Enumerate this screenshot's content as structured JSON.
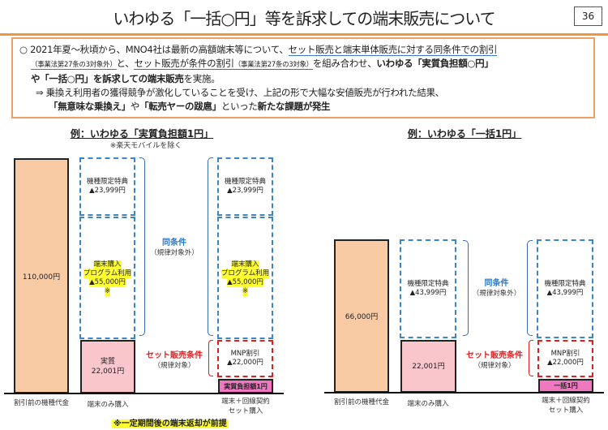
{
  "header": {
    "title": "いわゆる「一括○円」等を訴求しての端末販売について",
    "page_number": "36"
  },
  "summary": {
    "p1": "○ 2021年夏～秋頃から、MNO4社は最新の高額端末等について、",
    "p1_u": "セット販売と端末単体販売に対する同条件での割引",
    "p1_small": "（事業法第27条の3対象外）",
    "p1_b": "と、",
    "p1_u2": "セット販売が条件の割引",
    "p1_small2": "（事業法第27条の3対象）",
    "p1_c": "を組み合わせ、",
    "p1_bold": "いわゆる「実質負担額○円」",
    "p2_bold": "や「一括○円」を訴求しての端末販売",
    "p2": "を実施。",
    "p3": "⇒ 乗換え利用者の獲得競争が激化していることを受け、上記の形で大幅な安値販売が行われた結果、",
    "p4_b1": "「無意味な乗換え」",
    "p4_a": "や",
    "p4_b2": "「転売ヤーの跋扈」",
    "p4_c": "といった",
    "p4_b3": "新たな課題が発生"
  },
  "left": {
    "title": "例：いわゆる「実質負担額1円」",
    "note": "※楽天モバイルを除く",
    "price": "110,000円",
    "special_label": "機種限定特典",
    "special_amount": "▲23,999円",
    "program_l1": "端末購入",
    "program_l2": "プログラム利用",
    "program_amount": "▲55,000円",
    "program_mark": "※",
    "net_l1": "実質",
    "net_l2": "22,001円",
    "same_cond": "同条件",
    "same_cond_sub": "（規律対象外）",
    "set_cond": "セット販売条件",
    "set_cond_sub": "（規律対象）",
    "mnp_label": "MNP割引",
    "mnp_amount": "▲22,000円",
    "result": "実質負担額1円",
    "x1": "割引前の機種代金",
    "x2": "端末のみ購入",
    "x3a": "端末＋回線契約",
    "x3b": "セット購入",
    "footnote": "※一定期間後の端末返却が前提"
  },
  "right": {
    "title": "例：いわゆる「一括1円」",
    "price": "66,000円",
    "special_label": "機種限定特典",
    "special_amount": "▲43,999円",
    "net": "22,001円",
    "same_cond": "同条件",
    "same_cond_sub": "（規律対象外）",
    "set_cond": "セット販売条件",
    "set_cond_sub": "（規律対象）",
    "mnp_label": "MNP割引",
    "mnp_amount": "▲22,000円",
    "result": "一括1円",
    "x1": "割引前の機種代金",
    "x2": "端末のみ購入",
    "x3a": "端末＋回線契約",
    "x3b": "セット購入"
  }
}
